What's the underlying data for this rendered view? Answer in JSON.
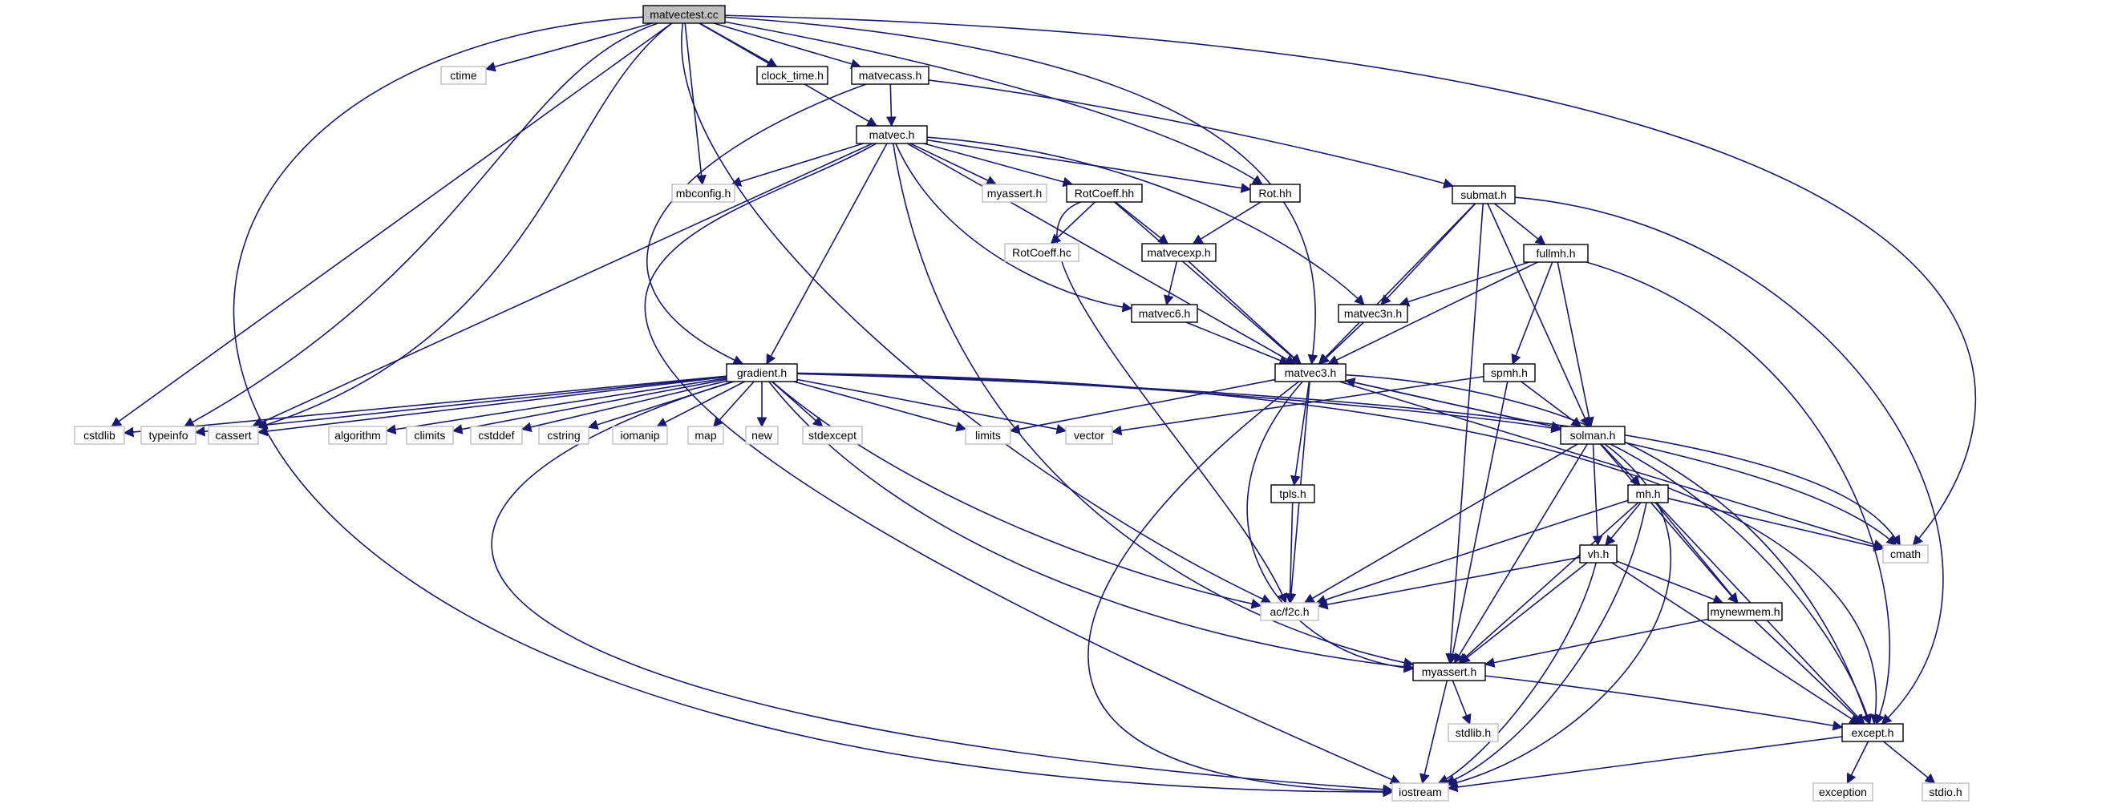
{
  "graph": {
    "title": "matvectest.cc",
    "colors": {
      "edge": "#191970",
      "node_border": "#000000",
      "external_border": "#bfbfbf",
      "root_fill": "#bfbfbf",
      "node_fill": "#ffffff"
    },
    "nodes": [
      {
        "id": "matvectest_cc",
        "label": "matvectest.cc",
        "kind": "root"
      },
      {
        "id": "ctime",
        "label": "ctime",
        "kind": "external"
      },
      {
        "id": "clock_time_h",
        "label": "clock_time.h",
        "kind": "local"
      },
      {
        "id": "matvecass_h",
        "label": "matvecass.h",
        "kind": "local"
      },
      {
        "id": "matvec_h",
        "label": "matvec.h",
        "kind": "local"
      },
      {
        "id": "mbconfig_h",
        "label": "mbconfig.h",
        "kind": "external"
      },
      {
        "id": "myassert_h_sys",
        "label": "myassert.h",
        "kind": "external"
      },
      {
        "id": "RotCoeff_hh",
        "label": "RotCoeff.hh",
        "kind": "local"
      },
      {
        "id": "RotCoeff_hc",
        "label": "RotCoeff.hc",
        "kind": "external"
      },
      {
        "id": "Rot_hh",
        "label": "Rot.hh",
        "kind": "local"
      },
      {
        "id": "submat_h",
        "label": "submat.h",
        "kind": "local"
      },
      {
        "id": "matvecexp_h",
        "label": "matvecexp.h",
        "kind": "local"
      },
      {
        "id": "fullmh_h",
        "label": "fullmh.h",
        "kind": "local"
      },
      {
        "id": "matvec6_h",
        "label": "matvec6.h",
        "kind": "local"
      },
      {
        "id": "matvec3n_h",
        "label": "matvec3n.h",
        "kind": "local"
      },
      {
        "id": "matvec3_h",
        "label": "matvec3.h",
        "kind": "local"
      },
      {
        "id": "spmh_h",
        "label": "spmh.h",
        "kind": "local"
      },
      {
        "id": "gradient_h",
        "label": "gradient.h",
        "kind": "local"
      },
      {
        "id": "cstdlib",
        "label": "cstdlib",
        "kind": "external"
      },
      {
        "id": "typeinfo",
        "label": "typeinfo",
        "kind": "external"
      },
      {
        "id": "cassert",
        "label": "cassert",
        "kind": "external"
      },
      {
        "id": "algorithm",
        "label": "algorithm",
        "kind": "external"
      },
      {
        "id": "climits",
        "label": "climits",
        "kind": "external"
      },
      {
        "id": "cstddef",
        "label": "cstddef",
        "kind": "external"
      },
      {
        "id": "cstring",
        "label": "cstring",
        "kind": "external"
      },
      {
        "id": "iomanip",
        "label": "iomanip",
        "kind": "external"
      },
      {
        "id": "map",
        "label": "map",
        "kind": "external"
      },
      {
        "id": "new",
        "label": "new",
        "kind": "external"
      },
      {
        "id": "stdexcept",
        "label": "stdexcept",
        "kind": "external"
      },
      {
        "id": "limits",
        "label": "limits",
        "kind": "external"
      },
      {
        "id": "vector",
        "label": "vector",
        "kind": "external"
      },
      {
        "id": "solman_h",
        "label": "solman.h",
        "kind": "local"
      },
      {
        "id": "tpls_h",
        "label": "tpls.h",
        "kind": "local"
      },
      {
        "id": "mh_h",
        "label": "mh.h",
        "kind": "local"
      },
      {
        "id": "vh_h",
        "label": "vh.h",
        "kind": "local"
      },
      {
        "id": "cmath",
        "label": "cmath",
        "kind": "external"
      },
      {
        "id": "ac_f2c_h",
        "label": "ac/f2c.h",
        "kind": "external"
      },
      {
        "id": "mynewmem_h",
        "label": "mynewmem.h",
        "kind": "local"
      },
      {
        "id": "myassert_h",
        "label": "myassert.h",
        "kind": "local"
      },
      {
        "id": "stdlib_h",
        "label": "stdlib.h",
        "kind": "external"
      },
      {
        "id": "except_h",
        "label": "except.h",
        "kind": "local"
      },
      {
        "id": "iostream",
        "label": "iostream",
        "kind": "external"
      },
      {
        "id": "exception",
        "label": "exception",
        "kind": "external"
      },
      {
        "id": "stdio_h",
        "label": "stdio.h",
        "kind": "external"
      }
    ],
    "edges": [
      [
        "matvectest_cc",
        "ctime"
      ],
      [
        "matvectest_cc",
        "clock_time_h"
      ],
      [
        "matvectest_cc",
        "matvecass_h"
      ],
      [
        "matvectest_cc",
        "matvec_h"
      ],
      [
        "matvectest_cc",
        "mbconfig_h"
      ],
      [
        "matvectest_cc",
        "Rot_hh"
      ],
      [
        "matvectest_cc",
        "matvec3_h"
      ],
      [
        "matvectest_cc",
        "cmath"
      ],
      [
        "matvectest_cc",
        "cstdlib"
      ],
      [
        "matvectest_cc",
        "typeinfo"
      ],
      [
        "matvectest_cc",
        "cassert"
      ],
      [
        "matvectest_cc",
        "ac_f2c_h"
      ],
      [
        "matvectest_cc",
        "iostream"
      ],
      [
        "matvecass_h",
        "matvec_h"
      ],
      [
        "matvecass_h",
        "gradient_h"
      ],
      [
        "matvecass_h",
        "submat_h"
      ],
      [
        "matvec_h",
        "mbconfig_h"
      ],
      [
        "matvec_h",
        "myassert_h_sys"
      ],
      [
        "matvec_h",
        "RotCoeff_hh"
      ],
      [
        "matvec_h",
        "Rot_hh"
      ],
      [
        "matvec_h",
        "matvec3n_h"
      ],
      [
        "matvec_h",
        "matvec3_h"
      ],
      [
        "matvec_h",
        "matvec6_h"
      ],
      [
        "matvec_h",
        "gradient_h"
      ],
      [
        "matvec_h",
        "cassert"
      ],
      [
        "matvec_h",
        "myassert_h"
      ],
      [
        "matvec_h",
        "iostream"
      ],
      [
        "RotCoeff_hh",
        "RotCoeff_hc"
      ],
      [
        "RotCoeff_hh",
        "matvecexp_h"
      ],
      [
        "RotCoeff_hh",
        "matvec3_h"
      ],
      [
        "RotCoeff_hh",
        "ac_f2c_h"
      ],
      [
        "Rot_hh",
        "matvecexp_h"
      ],
      [
        "matvecexp_h",
        "matvec6_h"
      ],
      [
        "matvecexp_h",
        "matvec3_h"
      ],
      [
        "matvec6_h",
        "matvec3_h"
      ],
      [
        "submat_h",
        "matvec3n_h"
      ],
      [
        "submat_h",
        "fullmh_h"
      ],
      [
        "submat_h",
        "solman_h"
      ],
      [
        "submat_h",
        "matvec3_h"
      ],
      [
        "submat_h",
        "myassert_h"
      ],
      [
        "submat_h",
        "except_h"
      ],
      [
        "fullmh_h",
        "matvec3n_h"
      ],
      [
        "fullmh_h",
        "matvec3_h"
      ],
      [
        "fullmh_h",
        "spmh_h"
      ],
      [
        "fullmh_h",
        "solman_h"
      ],
      [
        "fullmh_h",
        "except_h"
      ],
      [
        "matvec3n_h",
        "matvec3_h"
      ],
      [
        "matvec3_h",
        "limits"
      ],
      [
        "matvec3_h",
        "solman_h"
      ],
      [
        "matvec3_h",
        "tpls_h"
      ],
      [
        "matvec3_h",
        "ac_f2c_h"
      ],
      [
        "matvec3_h",
        "myassert_h"
      ],
      [
        "matvec3_h",
        "iostream"
      ],
      [
        "matvec3_h",
        "except_h"
      ],
      [
        "matvec3_h",
        "cmath"
      ],
      [
        "spmh_h",
        "vector"
      ],
      [
        "spmh_h",
        "solman_h"
      ],
      [
        "spmh_h",
        "myassert_h"
      ],
      [
        "gradient_h",
        "cstdlib"
      ],
      [
        "gradient_h",
        "typeinfo"
      ],
      [
        "gradient_h",
        "cassert"
      ],
      [
        "gradient_h",
        "algorithm"
      ],
      [
        "gradient_h",
        "climits"
      ],
      [
        "gradient_h",
        "cstddef"
      ],
      [
        "gradient_h",
        "cstring"
      ],
      [
        "gradient_h",
        "iomanip"
      ],
      [
        "gradient_h",
        "map"
      ],
      [
        "gradient_h",
        "new"
      ],
      [
        "gradient_h",
        "stdexcept"
      ],
      [
        "gradient_h",
        "limits"
      ],
      [
        "gradient_h",
        "vector"
      ],
      [
        "gradient_h",
        "solman_h"
      ],
      [
        "gradient_h",
        "cmath"
      ],
      [
        "gradient_h",
        "except_h"
      ],
      [
        "gradient_h",
        "ac_f2c_h"
      ],
      [
        "gradient_h",
        "myassert_h"
      ],
      [
        "gradient_h",
        "iostream"
      ],
      [
        "solman_h",
        "matvec3_h"
      ],
      [
        "solman_h",
        "mh_h"
      ],
      [
        "solman_h",
        "vh_h"
      ],
      [
        "solman_h",
        "cmath"
      ],
      [
        "solman_h",
        "ac_f2c_h"
      ],
      [
        "solman_h",
        "mynewmem_h"
      ],
      [
        "solman_h",
        "myassert_h"
      ],
      [
        "solman_h",
        "except_h"
      ],
      [
        "solman_h",
        "iostream"
      ],
      [
        "tpls_h",
        "ac_f2c_h"
      ],
      [
        "mh_h",
        "vh_h"
      ],
      [
        "mh_h",
        "cmath"
      ],
      [
        "mh_h",
        "ac_f2c_h"
      ],
      [
        "mh_h",
        "mynewmem_h"
      ],
      [
        "mh_h",
        "myassert_h"
      ],
      [
        "mh_h",
        "except_h"
      ],
      [
        "mh_h",
        "iostream"
      ],
      [
        "vh_h",
        "ac_f2c_h"
      ],
      [
        "vh_h",
        "mynewmem_h"
      ],
      [
        "vh_h",
        "myassert_h"
      ],
      [
        "vh_h",
        "except_h"
      ],
      [
        "vh_h",
        "iostream"
      ],
      [
        "mynewmem_h",
        "myassert_h"
      ],
      [
        "mynewmem_h",
        "except_h"
      ],
      [
        "myassert_h",
        "stdlib_h"
      ],
      [
        "myassert_h",
        "except_h"
      ],
      [
        "myassert_h",
        "iostream"
      ],
      [
        "except_h",
        "iostream"
      ],
      [
        "except_h",
        "exception"
      ],
      [
        "except_h",
        "stdio_h"
      ]
    ]
  }
}
